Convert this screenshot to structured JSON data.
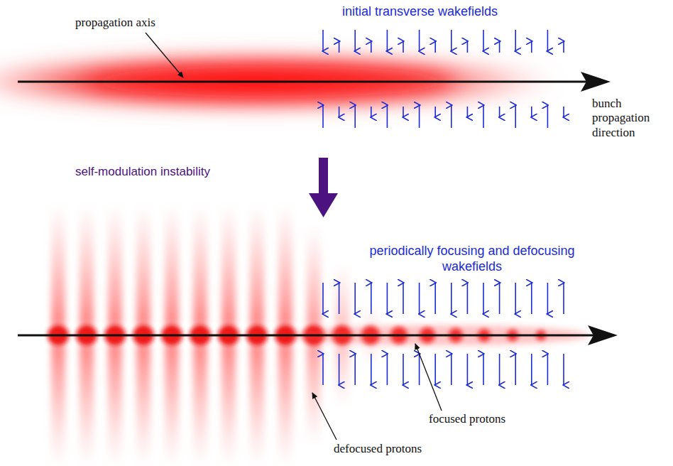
{
  "diagram": {
    "labels": [
      "initial transverse wakefields",
      "propagation axis",
      "bunch propagation direction",
      "self-modulation instability",
      "periodically focusing and defocusing wakefields",
      "focused protons",
      "defocused protons"
    ]
  }
}
